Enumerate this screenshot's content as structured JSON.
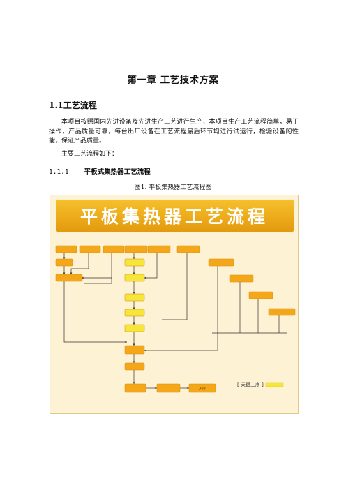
{
  "document": {
    "chapter_title": "第一章  工艺技术方案",
    "section_title": "1.1工艺流程",
    "body_paragraph": "本项目按照国内先进设备及先进生产工艺进行生产，本项目生产工艺流程简单，易于操作，产品质量可靠，每台出厂设备在工艺流程最后环节均进行试运行，检验设备的性能，保证产品质量。",
    "intro_line": "主要工艺流程如下：",
    "subsection_number": "1.1.1",
    "subsection_title": "平板式集热器工艺流程",
    "figure_caption": "图1.   平板集热器工艺流程图"
  },
  "flowchart": {
    "banner_title": "平板集热器工艺流程",
    "legend_label": "[ 关键工序          ]",
    "colors": {
      "background": "#fdf2d3",
      "banner_top": "#f6c02c",
      "banner_bottom": "#e49a0e",
      "box_fill": "#f4a718",
      "key_box_fill": "#f6e63a",
      "box_stroke": "#d98a10",
      "line": "#333333"
    },
    "nodes": {
      "n1": "",
      "n2": "",
      "n3": "",
      "n4": "",
      "n5": "",
      "n6": "",
      "n7": "",
      "n8": "",
      "n9": "",
      "n10": "",
      "n11": "",
      "n12": "",
      "n13": "",
      "n14": "",
      "n15": "",
      "n16": "",
      "n17": "",
      "n18": "",
      "n19": "",
      "n20": "",
      "n21": "入库"
    }
  }
}
